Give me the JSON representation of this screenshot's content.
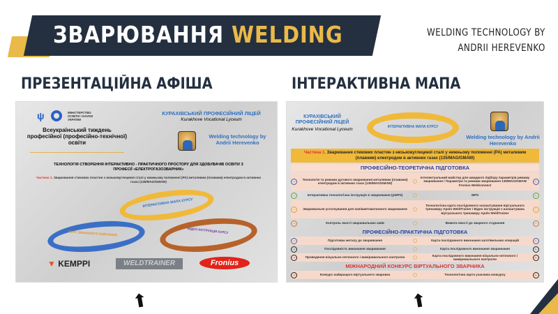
{
  "header": {
    "title_main": "ЗВАРЮВАННЯ",
    "title_accent": "WELDING",
    "author_line1": "WELDING TECHNOLOGY BY",
    "author_line2": "ANDRII HEREVENKO"
  },
  "sections": {
    "left": "ПРЕЗЕНТАЦІЙНА АФІША",
    "right": "ІНТЕРАКТИВНА МАПА"
  },
  "poster": {
    "ministry": "МІНІСТЕРСТВО ОСВІТИ І НАУКИ УКРАЇНИ",
    "week": "Всеукраїнський тиждень професійної (професійно-технічної) освіти",
    "lyceum": "КУРАХІВСЬКИЙ ПРОФЕСІЙНИЙ ЛІЦЕЙ",
    "lyceum_en": "Kurakhove Vocational Lyceum",
    "author": "Welding technology by Andrii Herevenko",
    "headline": "ТЕХНОЛОГІЯ СТВОРЕННЯ ІНТЕРАКТИВНО - ПРАКТИЧНОГО ПРОСТОРУ ДЛЯ ЗДОБУВАЧІВ ОСВІТИ З ПРОФЕСІЇ «ЕЛЕКТРОГАЗОЗВАРНИК»",
    "part_label": "Частина 1.",
    "part_text": "Зварювання стикових пластин з низьковуглецевої сталі у нижньому положенні (PA) металевим (плавким) електродом в активних газах (135/MAG/GMAW)",
    "ring_map": "ІНТЕРАКТИВНА МАПА КУРСУ",
    "ring_blended": "КУРС ЗМІШАНОГО НАВЧАННЯ",
    "ring_video": "ВІДЕО ІНСТРУКЦІЯ КУРСУ",
    "logos": {
      "kemppi": "KEMPPI",
      "weldtrainer": "WELDTRAINER",
      "fronius": "Fronius"
    }
  },
  "map": {
    "lyceum": "КУРАХІВСЬКИЙ ПРОФЕСІЙНИЙ ЛІЦЕЙ",
    "lyceum_en": "Kurakhove Vocational Lyceum",
    "ring": "ІНТЕРАКТИВНА МАПА КУРСУ",
    "author": "Welding technology by Andrii Herevenko",
    "part_label": "Частина 1.",
    "part_text": "Зварювання стикових пластин з низьковуглецевої сталі у нижньому положенні (PA) металевим (плавким) електродом в активних газах (135/MAG/GMAW)",
    "theory_title": "ПРОФЕСІЙНО-ТЕОРЕТИЧНА ПІДГОТОВКА",
    "theory_rows": [
      {
        "left": "Технологія та режими дугового зварювання металевим (плавким) електродом в активних газах (135/MAG/GMAW)",
        "right": "Інтелектуальний майстер для швидкого підбору параметрів режиму зварювання / Параметри та режими зварювання 135/MAG/GMAW Fronius Weldconnect",
        "color": "#3b5fb0"
      },
      {
        "left": "Інтерактивна технологічна інструкція зі зварювання (pWPS)",
        "right": "WPS",
        "color": "#7a9a2a"
      },
      {
        "left": "Зварювальне устаткування для напівавтоматичного зварювання",
        "right": "Технологічна карта послідовного налаштування віртуального тренажеру Apolo WeldTrainer / Відео інструкція з налаштувань віртуального тренажеру Apolo WeldTrainer",
        "color": "#d9a43a"
      },
      {
        "left": "Контроль якості зварювальних швів",
        "right": "Вимоги якості до зварного з'єднання",
        "color": "#d9732a"
      }
    ],
    "practice_title": "ПРОФЕСІЙНО-ПРАКТИЧНА ПІДГОТОВКА",
    "practice_rows": [
      {
        "left": "Підготовка металу до зварювання",
        "right": "Карта послідовного виконання заготівельних операцій",
        "color": "#3b5fb0"
      },
      {
        "left": "Послідовність виконання зварювання",
        "right": "Карта послідовного виконання зварювання",
        "color": "#222222"
      },
      {
        "left": "Проведення візуально-оптичного і вимірювального контролю",
        "right": "Карта послідовного виконання візуально-оптичного і вимірювального контролю",
        "color": "#222222"
      }
    ],
    "contest_title": "МІЖНАРОДНИЙ КОНКУРС ВІРТУАЛЬНОГО ЗВАРНИКА",
    "contest_rows": [
      {
        "left": "Конкурс найкращого віртуального зварника",
        "right": "Технологічна карта учасника конкурсу",
        "color": "#222222"
      }
    ]
  },
  "icons": {
    "forward": "→",
    "back": "←",
    "up": "⬆"
  }
}
